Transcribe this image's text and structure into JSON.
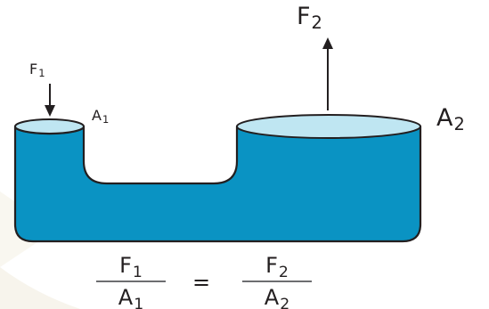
{
  "labels": {
    "f1": "F",
    "f1_sub": "1",
    "a1": "A",
    "a1_sub": "1",
    "f2": "F",
    "f2_sub": "2",
    "a2": "A",
    "a2_sub": "2"
  },
  "equation": {
    "left_num": "F",
    "left_num_sub": "1",
    "left_den": "A",
    "left_den_sub": "1",
    "equals": "=",
    "right_num": "F",
    "right_num_sub": "2",
    "right_den": "A",
    "right_den_sub": "2"
  },
  "colors": {
    "liquid": "#0a93c3",
    "surface": "#bfe6f2",
    "outline": "#231f20"
  }
}
